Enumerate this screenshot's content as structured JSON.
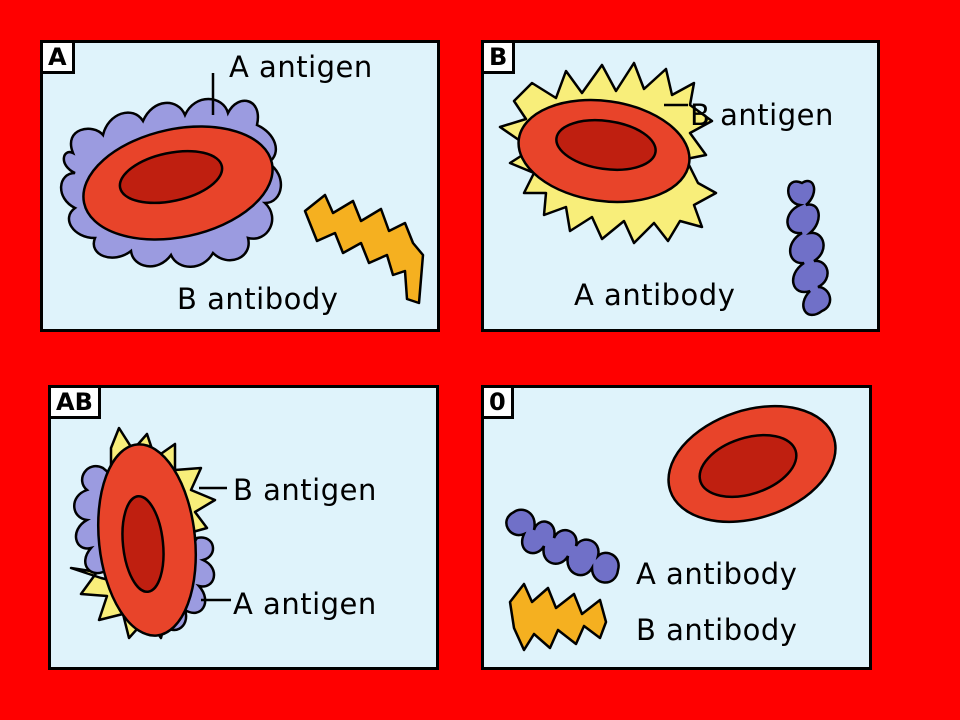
{
  "panels": {
    "a": {
      "tag": "A",
      "antigen": "A antigen",
      "antibody": "B antibody"
    },
    "b": {
      "tag": "B",
      "antigen": "B antigen",
      "antibody": "A antibody"
    },
    "ab": {
      "tag": "AB",
      "antigen_b": "B antigen",
      "antigen_a": "A antigen"
    },
    "o": {
      "tag": "0",
      "antibody_a": "A antibody",
      "antibody_b": "B antibody"
    }
  },
  "colors": {
    "background": "#ff0000",
    "panel": "#dff3fb",
    "cell_outer": "#e8442a",
    "cell_inner": "#bf1f10",
    "a_antigen": "#9b9be0",
    "b_antigen": "#f8ee7a",
    "a_antibody": "#7070c8",
    "b_antibody": "#f5b020"
  }
}
